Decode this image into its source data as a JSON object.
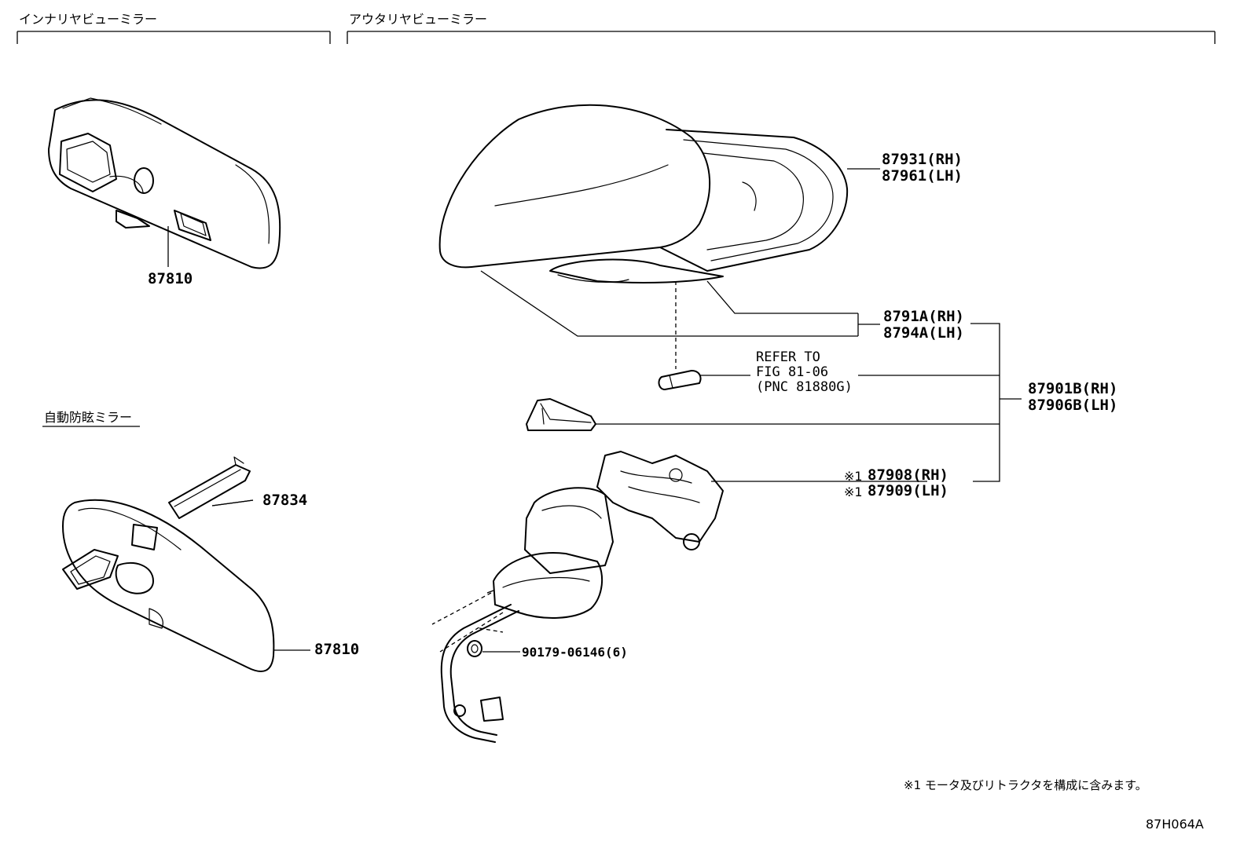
{
  "sections": {
    "inner_mirror": "インナリヤビューミラー",
    "outer_mirror": "アウタリヤビューミラー",
    "auto_dimming": "自動防眩ミラー"
  },
  "parts": {
    "inner_mirror_top": "87810",
    "holder": "87834",
    "inner_mirror_bottom": "87810",
    "cover_rh": "87931(RH)",
    "cover_lh": "87961(LH)",
    "body_rh": "8791A(RH)",
    "body_lh": "8794A(LH)",
    "assy_rh": "87901B(RH)",
    "assy_lh": "87906B(LH)",
    "motor_rh": "87908(RH)",
    "motor_lh": "87909(LH)",
    "motor_mark": "※1",
    "nut": "90179-06146(6)"
  },
  "refer": {
    "line1": "REFER TO",
    "line2": "FIG 81-06",
    "line3": "(PNC 81880G)"
  },
  "footnote": "※1 モータ及びリトラクタを構成に含みます。",
  "figure_code": "87H064A",
  "icons": [
    "mirror-drawing",
    "bulb-drawing",
    "turn-lamp-drawing",
    "motor-drawing",
    "nut-drawing",
    "connector-drawing"
  ]
}
